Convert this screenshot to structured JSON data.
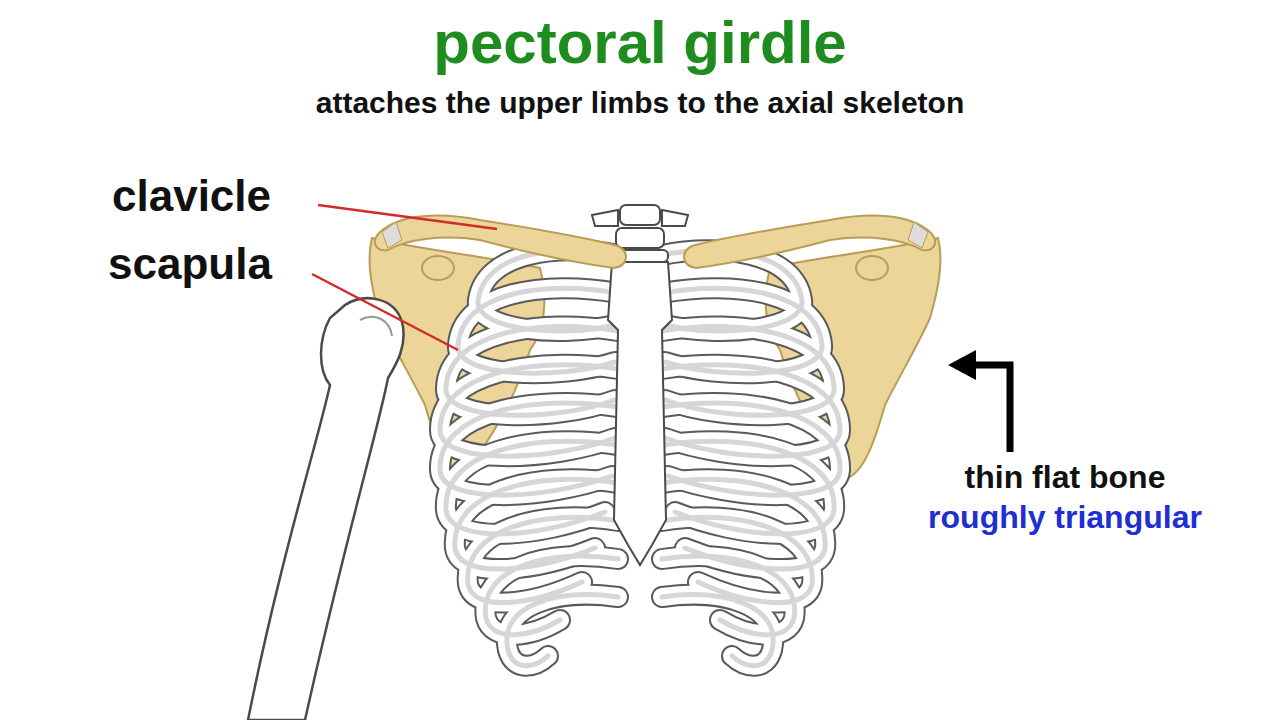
{
  "diagram": {
    "title": "pectoral girdle",
    "labels": [
      "attaches the upper limbs to the axial skeleton",
      "clavicle",
      "scapula",
      "thin flat bone",
      "roughly triangular"
    ]
  }
}
